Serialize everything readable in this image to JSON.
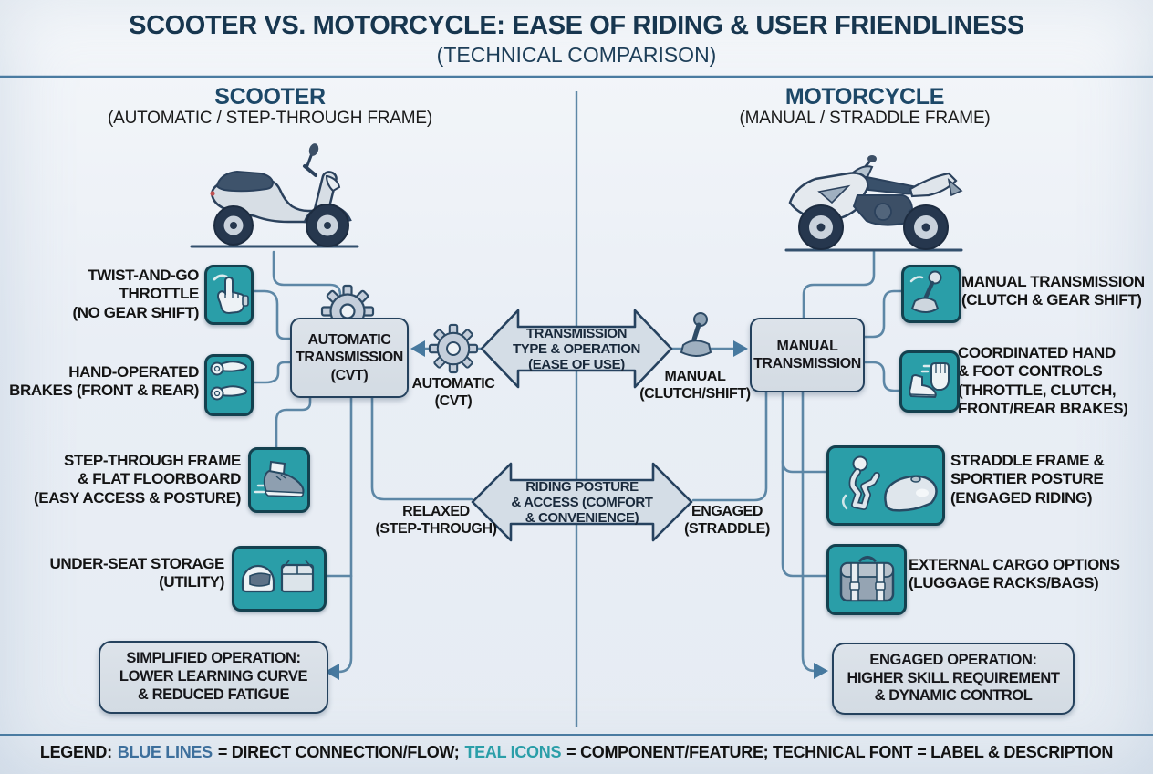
{
  "title": {
    "main": "SCOOTER VS. MOTORCYCLE: EASE OF RIDING & USER FRIENDLINESS",
    "sub": "(TECHNICAL COMPARISON)"
  },
  "scooter": {
    "header": "SCOOTER",
    "subheader": "(AUTOMATIC / STEP-THROUGH FRAME)",
    "transmission_box": [
      "AUTOMATIC",
      "TRANSMISSION",
      "(CVT)"
    ],
    "features": [
      {
        "icon": "twist-throttle-icon",
        "lines": [
          "TWIST-AND-GO",
          "THROTTLE",
          "(NO GEAR SHIFT)"
        ]
      },
      {
        "icon": "brake-levers-icon",
        "lines": [
          "HAND-OPERATED",
          "BRAKES (FRONT & REAR)"
        ]
      },
      {
        "icon": "step-through-shoe-icon",
        "lines": [
          "STEP-THROUGH FRAME",
          "& FLAT FLOORBOARD",
          "(EASY ACCESS & POSTURE)"
        ]
      },
      {
        "icon": "underseat-storage-icon",
        "lines": [
          "UNDER-SEAT STORAGE",
          "(UTILITY)"
        ]
      }
    ],
    "outcome_box": [
      "SIMPLIFIED OPERATION:",
      "LOWER LEARNING CURVE",
      "& REDUCED FATIGUE"
    ]
  },
  "motorcycle": {
    "header": "MOTORCYCLE",
    "subheader": "(MANUAL / STRADDLE FRAME)",
    "transmission_box": [
      "MANUAL",
      "TRANSMISSION"
    ],
    "features": [
      {
        "icon": "gear-shift-icon",
        "lines": [
          "MANUAL TRANSMISSION",
          "(CLUTCH & GEAR SHIFT)"
        ]
      },
      {
        "icon": "hand-foot-controls-icon",
        "lines": [
          "COORDINATED HAND",
          "& FOOT CONTROLS",
          "(THROTTLE, CLUTCH,",
          "FRONT/REAR BRAKES)"
        ]
      },
      {
        "icon": "rider-posture-icon",
        "lines": [
          "STRADDLE FRAME &",
          "SPORTIER POSTURE",
          "(ENGAGED RIDING)"
        ]
      },
      {
        "icon": "cargo-bag-icon",
        "lines": [
          "EXTERNAL CARGO OPTIONS",
          "(LUGGAGE RACKS/BAGS)"
        ]
      }
    ],
    "outcome_box": [
      "ENGAGED OPERATION:",
      "HIGHER SKILL REQUIREMENT",
      "& DYNAMIC CONTROL"
    ]
  },
  "center": {
    "arrow1": [
      "TRANSMISSION",
      "TYPE & OPERATION",
      "(EASE OF USE)"
    ],
    "arrow2": [
      "RIDING POSTURE",
      "& ACCESS (COMFORT",
      "& CONVENIENCE)"
    ],
    "automatic_label": [
      "AUTOMATIC",
      "(CVT)"
    ],
    "manual_label": [
      "MANUAL",
      "(CLUTCH/SHIFT)"
    ],
    "relaxed_label": [
      "RELAXED",
      "(STEP-THROUGH)"
    ],
    "engaged_label": [
      "ENGAGED",
      "(STRADDLE)"
    ]
  },
  "legend": {
    "label": "LEGEND:",
    "blue_lines": "BLUE LINES",
    "seg1": "= DIRECT CONNECTION/FLOW;",
    "teal_icons": "TEAL ICONS",
    "seg2": "= COMPONENT/FEATURE; TECHNICAL FONT = LABEL & DESCRIPTION"
  },
  "colors": {
    "teal_icon": "#2a9ea8",
    "line_blue": "#5d87a6",
    "navy": "#17364f",
    "box_fill": "#d8dfe6"
  }
}
